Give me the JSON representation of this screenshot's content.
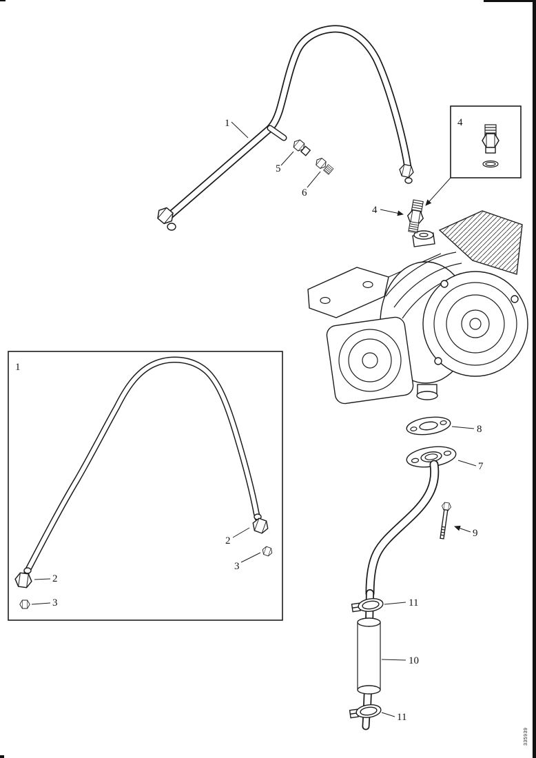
{
  "figure": {
    "doc_code": "335939",
    "background": "#ffffff",
    "ink": "#1c1c1c",
    "type": "exploded-parts-diagram",
    "subject": "turbocharger oil supply tube, drain tube and fittings"
  },
  "callouts": {
    "supply_tube": "1",
    "elbow_fitting": "5",
    "connector_fitting": "6",
    "adapter_fitting": "4",
    "adapter_inset_box": "4",
    "gasket": "8",
    "drain_flange": "7",
    "cap_screw": "9",
    "clamp_upper": "11",
    "drain_hose": "10",
    "clamp_lower": "11",
    "tube_inset_box": "1",
    "nut_right": "2",
    "ferrule_right": "3",
    "nut_left": "2",
    "ferrule_left": "3"
  }
}
